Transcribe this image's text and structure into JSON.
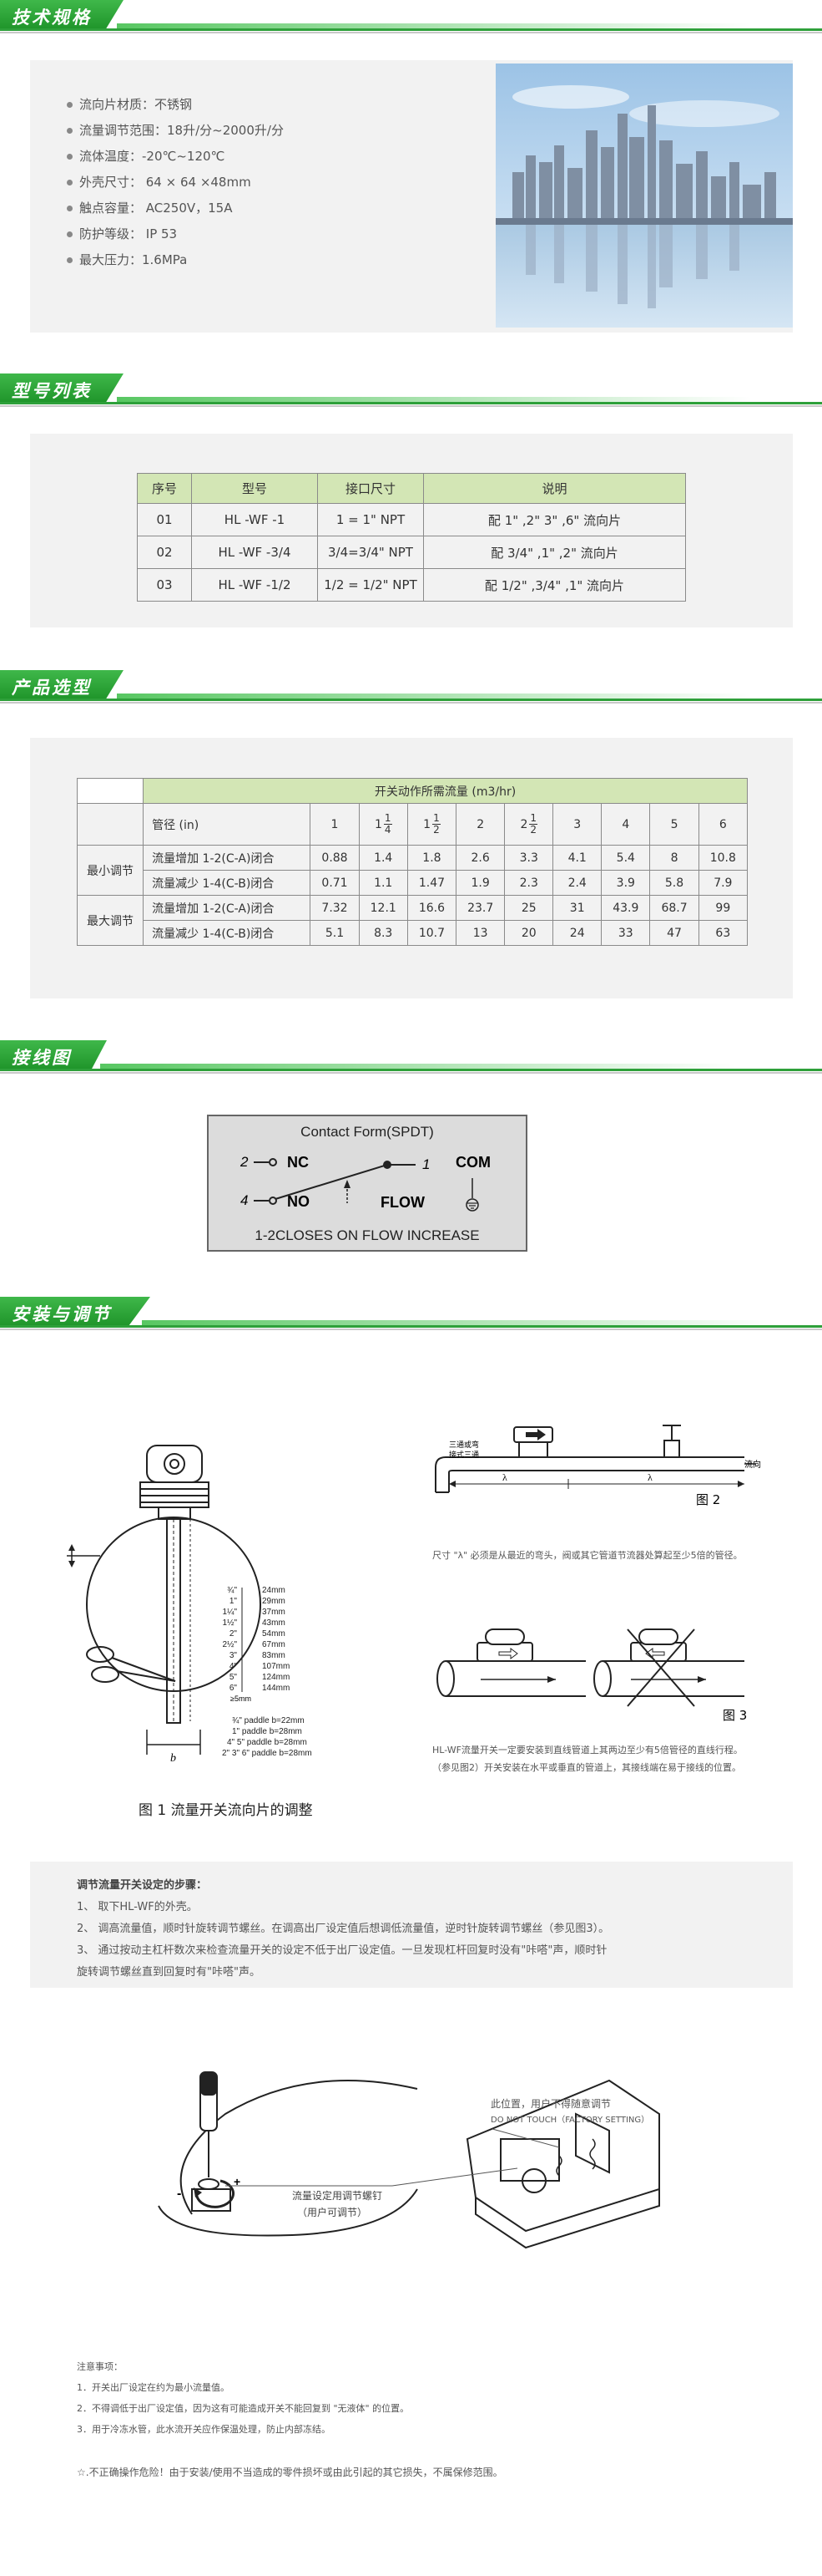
{
  "sections": {
    "spec": "技术规格",
    "models": "型号列表",
    "selection": "产品选型",
    "wiring": "接线图",
    "install": "安装与调节"
  },
  "spec_items": [
    "流向片材质：不锈钢",
    "流量调节范围：18升/分~2000升/分",
    "流体温度：-20℃~120℃",
    "外壳尺寸： 64 × 64 ×48mm",
    "触点容量： AC250V，15A",
    "防护等级： IP 53",
    "最大压力：1.6MPa"
  ],
  "model_table": {
    "headers": [
      "序号",
      "型号",
      "接口尺寸",
      "说明"
    ],
    "rows": [
      [
        "01",
        "HL -WF -1",
        "1 = 1\" NPT",
        "配 1\" ,2\"  3\" ,6\"  流向片"
      ],
      [
        "02",
        "HL -WF -3/4",
        "3/4=3/4\" NPT",
        "配 3/4\" ,1\" ,2\"    流向片"
      ],
      [
        "03",
        "HL -WF -1/2",
        "1/2 = 1/2\" NPT",
        "配 1/2\" ,3/4\" ,1\" 流向片"
      ]
    ]
  },
  "flow_table": {
    "title": "开关动作所需流量 (m3/hr)",
    "pipe_label": "管径 (in)",
    "sizes": [
      {
        "w": "1"
      },
      {
        "w": "1",
        "n": "1",
        "d": "4"
      },
      {
        "w": "1",
        "n": "1",
        "d": "2"
      },
      {
        "w": "2"
      },
      {
        "w": "2",
        "n": "1",
        "d": "2"
      },
      {
        "w": "3"
      },
      {
        "w": "4"
      },
      {
        "w": "5"
      },
      {
        "w": "6"
      }
    ],
    "groups": [
      {
        "label": "最小调节",
        "rows": [
          {
            "label": "流量增加  1-2(C-A)闭合",
            "values": [
              "0.88",
              "1.4",
              "1.8",
              "2.6",
              "3.3",
              "4.1",
              "5.4",
              "8",
              "10.8"
            ]
          },
          {
            "label": "流量减少  1-4(C-B)闭合",
            "values": [
              "0.71",
              "1.1",
              "1.47",
              "1.9",
              "2.3",
              "2.4",
              "3.9",
              "5.8",
              "7.9"
            ]
          }
        ]
      },
      {
        "label": "最大调节",
        "rows": [
          {
            "label": "流量增加  1-2(C-A)闭合",
            "values": [
              "7.32",
              "12.1",
              "16.6",
              "23.7",
              "25",
              "31",
              "43.9",
              "68.7",
              "99"
            ]
          },
          {
            "label": "流量减少  1-4(C-B)闭合",
            "values": [
              "5.1",
              "8.3",
              "10.7",
              "13",
              "20",
              "24",
              "33",
              "47",
              "63"
            ]
          }
        ]
      }
    ]
  },
  "wiring": {
    "title": "Contact  Form(SPDT)",
    "nc": "NC",
    "no": "NO",
    "com": "COM",
    "flow": "FLOW",
    "t2": "2",
    "t4": "4",
    "t1": "1",
    "footer": "1-2CLOSES   ON FLOW INCREASE"
  },
  "fig1": {
    "caption": "图 1    流量开关流向片的调整",
    "sizes": [
      "¾\"",
      "1\"",
      "1¼\"",
      "1½\"",
      "2\"",
      "2½\"",
      "3\"",
      "4\"",
      "5\"",
      "6\""
    ],
    "mm": [
      "24mm",
      "29mm",
      "37mm",
      "43mm",
      "54mm",
      "67mm",
      "83mm",
      "107mm",
      "124mm",
      "144mm"
    ],
    "gap": "≥5mm",
    "paddles": [
      "¾\"  paddle b=22mm",
      "1\"  paddle b=28mm",
      "4\" 5\"  paddle b=28mm",
      "2\" 3\" 6\"  paddle b=28mm"
    ],
    "b": "b"
  },
  "fig2": {
    "label_l1": "三通或弯",
    "label_l2": "接式三通",
    "flow": "流向",
    "lam": "λ",
    "caption": "图 2",
    "note": "尺寸 \"λ\" 必须是从最近的弯头，阀或其它管道节流器处算起至少5倍的管径。"
  },
  "fig3": {
    "caption": "图 3",
    "note": "HL-WF流量开关一定要安装到直线管道上其两边至少有5倍管径的直线行程。（参见图2）开关安装在水平或垂直的管道上，其接线端在易于接线的位置。"
  },
  "steps": {
    "title": "调节流量开关设定的步骤：",
    "items": [
      "1、   取下HL-WF的外壳。",
      "2、   调高流量值，顺时针旋转调节螺丝。在调高出厂设定值后想调低流量值，逆时针旋转调节螺丝（参见图3）。",
      "3、   通过按动主杠杆数次来检查流量开关的设定不低于出厂设定值。一旦发现杠杆回复时没有\"咔嗒\"声，顺时针",
      "       旋转调节螺丝直到回复时有\"咔嗒\"声。"
    ]
  },
  "fig4": {
    "label1": "此位置，用户不得随意调节",
    "label2": "DO NOT TOUCH（FACTORY SETTING）",
    "label3": "流量设定用调节螺钉",
    "label4": "（用户可调节）",
    "plus": "+",
    "minus": "-"
  },
  "notes": {
    "title": "注意事项：",
    "items": [
      "1．开关出厂设定在约为最小流量值。",
      "2．不得调低于出厂设定值，因为这有可能造成开关不能回复到 \"无液体\" 的位置。",
      "3．用于冷冻水管，此水流开关应作保温处理，防止内部冻结。"
    ]
  },
  "warning": "☆.不正确操作危险！由于安装/使用不当造成的零件损坏或由此引起的其它损失，不属保修范围。"
}
